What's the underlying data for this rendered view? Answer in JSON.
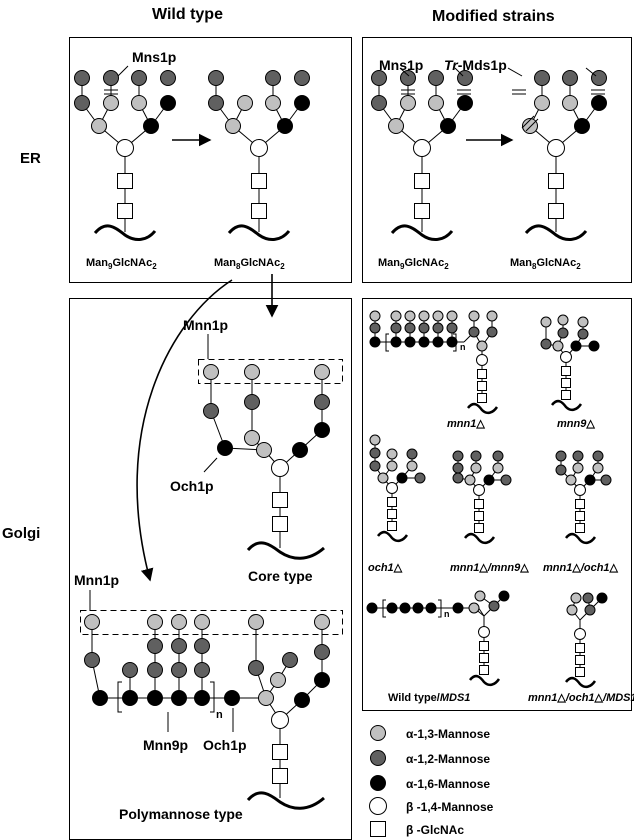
{
  "headers": {
    "wild_type": "Wild type",
    "modified": "Modified strains"
  },
  "rows": {
    "er": "ER",
    "golgi": "Golgi"
  },
  "er": {
    "mns1p": "Mns1p",
    "tr": "Tr",
    "mds1p_suffix": "-Mds1p",
    "man9": {
      "main": "Man",
      "sub1": "9",
      "mid": "GlcNAc",
      "sub2": "2"
    },
    "man8": {
      "main": "Man",
      "sub1": "8",
      "mid": "GlcNAc",
      "sub2": "2"
    }
  },
  "golgi_wt": {
    "mnn1p_core": "Mnn1p",
    "och1p_core": "Och1p",
    "core_type": "Core type",
    "mnn1p_poly": "Mnn1p",
    "mnn9p": "Mnn9p",
    "och1p_poly": "Och1p",
    "n": "n",
    "polymannose_type": "Polymannose type"
  },
  "strains": {
    "mnn1": "mnn1",
    "mnn9": "mnn9",
    "och1": "och1",
    "mnn1_mnn9": {
      "a": "mnn1",
      "b": "/mnn9"
    },
    "mnn1_och1": {
      "a": "mnn1",
      "b": "/och1"
    },
    "wt_mds1": {
      "a": "Wild type/",
      "b": "MDS1"
    },
    "mnn1_och1_mds1": {
      "a": "mnn1",
      "b": "/och1",
      "c": "/MDS1"
    },
    "delta": "△",
    "n": "n"
  },
  "legend": [
    {
      "label": "α-1,3-Mannose",
      "shape": "circle",
      "color": "#c0c0c0"
    },
    {
      "label": "α-1,2-Mannose",
      "shape": "circle",
      "color": "#606060"
    },
    {
      "label": "α-1,6-Mannose",
      "shape": "circle",
      "color": "#000000"
    },
    {
      "label": "β -1,4-Mannose",
      "shape": "circle",
      "color": "#ffffff"
    },
    {
      "label": "β -GlcNAc",
      "shape": "square",
      "color": "#ffffff"
    }
  ]
}
